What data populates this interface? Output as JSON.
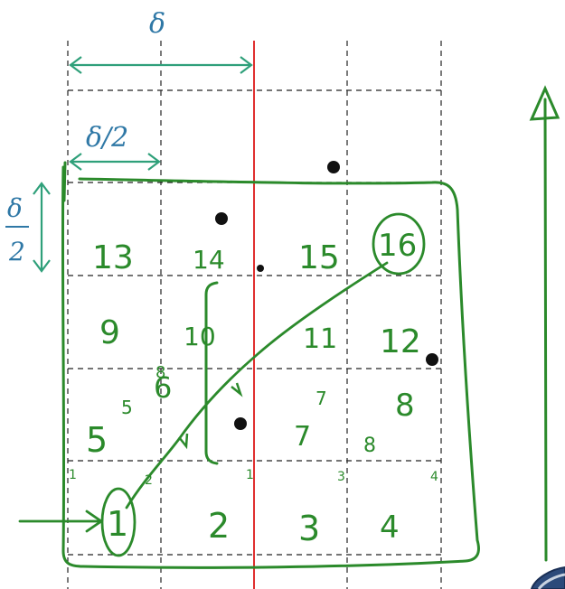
{
  "labels": {
    "delta": "δ",
    "delta_half": "δ/2",
    "delta_frac_num": "δ",
    "delta_frac_den": "2"
  },
  "cells": {
    "row4": [
      "13",
      "14",
      "15",
      "16"
    ],
    "row3": [
      "9",
      "10",
      "11",
      "12"
    ],
    "row2": [
      "5",
      "6",
      "7",
      "8"
    ],
    "row1": [
      "1",
      "2",
      "3",
      "4"
    ]
  },
  "small_notes": {
    "n5": "5",
    "n8": "8",
    "n7": "7",
    "n8b": "8",
    "c1": "1",
    "c2": "2",
    "c1b": "1",
    "c3": "3",
    "c4": "4"
  },
  "colors": {
    "grid": "#222222",
    "divider": "#e03030",
    "ink_green": "#2b8a2b",
    "ink_blue": "#2f78a6",
    "point": "#111111"
  }
}
